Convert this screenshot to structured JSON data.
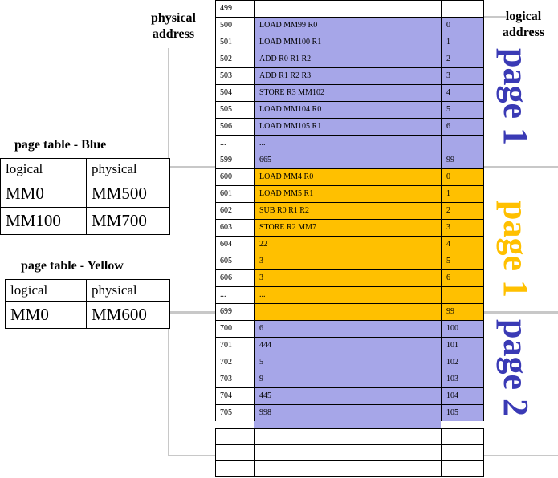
{
  "colors": {
    "blue": "#a6a6e8",
    "yellow": "#ffc000",
    "blue_text": "#3a3ab5",
    "yellow_text": "#ffc000",
    "frame": "#c8c8c8"
  },
  "headers": {
    "physical_address": "physical\naddress",
    "logical_address": "logical\naddress"
  },
  "page_labels": {
    "top": "page 1",
    "middle": "page 1",
    "bottom": "page 2"
  },
  "page_table_blue": {
    "title": "page table - Blue",
    "columns": [
      "logical",
      "physical"
    ],
    "rows": [
      [
        "MM0",
        "MM500"
      ],
      [
        "MM100",
        "MM700"
      ]
    ]
  },
  "page_table_yellow": {
    "title": "page table - Yellow",
    "columns": [
      "logical",
      "physical"
    ],
    "rows": [
      [
        "MM0",
        "MM600"
      ]
    ]
  },
  "memory": [
    {
      "addr": "499",
      "ins": "",
      "log": "",
      "color": "none"
    },
    {
      "addr": "500",
      "ins": "LOAD MM99 R0",
      "log": "0",
      "color": "blue"
    },
    {
      "addr": "501",
      "ins": "LOAD MM100 R1",
      "log": "1",
      "color": "blue"
    },
    {
      "addr": "502",
      "ins": "ADD R0 R1 R2",
      "log": "2",
      "color": "blue"
    },
    {
      "addr": "503",
      "ins": "ADD R1 R2 R3",
      "log": "3",
      "color": "blue"
    },
    {
      "addr": "504",
      "ins": "STORE R3 MM102",
      "log": "4",
      "color": "blue"
    },
    {
      "addr": "505",
      "ins": "LOAD MM104 R0",
      "log": "5",
      "color": "blue"
    },
    {
      "addr": "506",
      "ins": "LOAD MM105 R1",
      "log": "6",
      "color": "blue"
    },
    {
      "addr": "...",
      "ins": "...",
      "log": "",
      "color": "blue"
    },
    {
      "addr": "599",
      "ins": "665",
      "log": "99",
      "color": "blue"
    },
    {
      "addr": "600",
      "ins": "LOAD MM4 R0",
      "log": "0",
      "color": "yellow"
    },
    {
      "addr": "601",
      "ins": "LOAD MM5 R1",
      "log": "1",
      "color": "yellow"
    },
    {
      "addr": "602",
      "ins": "SUB R0 R1 R2",
      "log": "2",
      "color": "yellow"
    },
    {
      "addr": "603",
      "ins": "STORE R2 MM7",
      "log": "3",
      "color": "yellow"
    },
    {
      "addr": "604",
      "ins": "22",
      "log": "4",
      "color": "yellow"
    },
    {
      "addr": "605",
      "ins": "3",
      "log": "5",
      "color": "yellow"
    },
    {
      "addr": "606",
      "ins": "3",
      "log": "6",
      "color": "yellow"
    },
    {
      "addr": "...",
      "ins": "...",
      "log": "",
      "color": "yellow"
    },
    {
      "addr": "699",
      "ins": "",
      "log": "99",
      "color": "yellow"
    },
    {
      "addr": "700",
      "ins": "6",
      "log": "100",
      "color": "blue"
    },
    {
      "addr": "701",
      "ins": "444",
      "log": "101",
      "color": "blue"
    },
    {
      "addr": "702",
      "ins": "5",
      "log": "102",
      "color": "blue"
    },
    {
      "addr": "703",
      "ins": "9",
      "log": "103",
      "color": "blue"
    },
    {
      "addr": "704",
      "ins": "445",
      "log": "104",
      "color": "blue"
    },
    {
      "addr": "705",
      "ins": "998",
      "log": "105",
      "color": "blue"
    },
    {
      "addr": "",
      "ins": "",
      "log": "",
      "color": "strip"
    },
    {
      "addr": "",
      "ins": "",
      "log": "",
      "color": "none"
    },
    {
      "addr": "",
      "ins": "",
      "log": "",
      "color": "none"
    },
    {
      "addr": "",
      "ins": "",
      "log": "",
      "color": "none"
    }
  ]
}
